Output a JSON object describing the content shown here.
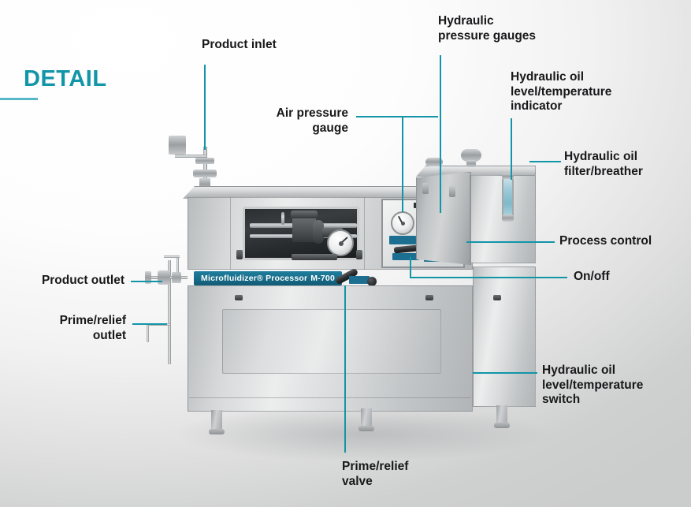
{
  "heading": {
    "title": "DETAIL"
  },
  "machine": {
    "brand_name": "Microfluidizer® Processor",
    "model": "M-700"
  },
  "colors": {
    "accent_teal": "#1295a8",
    "heading_teal": "#1295a8",
    "rule_teal": "#57b7c6",
    "label_text": "#18181a",
    "brand_banner": "#1f7e9c",
    "background_light": "#ffffff",
    "background_gray": "#cbcccc"
  },
  "callouts": [
    {
      "id": "product-inlet",
      "label": "Product inlet"
    },
    {
      "id": "air-pressure-gauge",
      "label": "Air pressure\ngauge"
    },
    {
      "id": "hydraulic-pressure-gauges",
      "label": "Hydraulic\npressure gauges"
    },
    {
      "id": "hydraulic-oil-level-temperature-indicator",
      "label": "Hydraulic oil\nlevel/temperature\nindicator"
    },
    {
      "id": "hydraulic-oil-filter-breather",
      "label": "Hydraulic oil\nfilter/breather"
    },
    {
      "id": "process-control",
      "label": "Process control"
    },
    {
      "id": "on-off",
      "label": "On/off"
    },
    {
      "id": "hydraulic-oil-level-temperature-switch",
      "label": "Hydraulic oil\nlevel/temperature\nswitch"
    },
    {
      "id": "product-outlet",
      "label": "Product outlet"
    },
    {
      "id": "prime-relief-outlet",
      "label": "Prime/relief\noutlet"
    },
    {
      "id": "prime-relief-valve",
      "label": "Prime/relief\nvalve"
    }
  ]
}
